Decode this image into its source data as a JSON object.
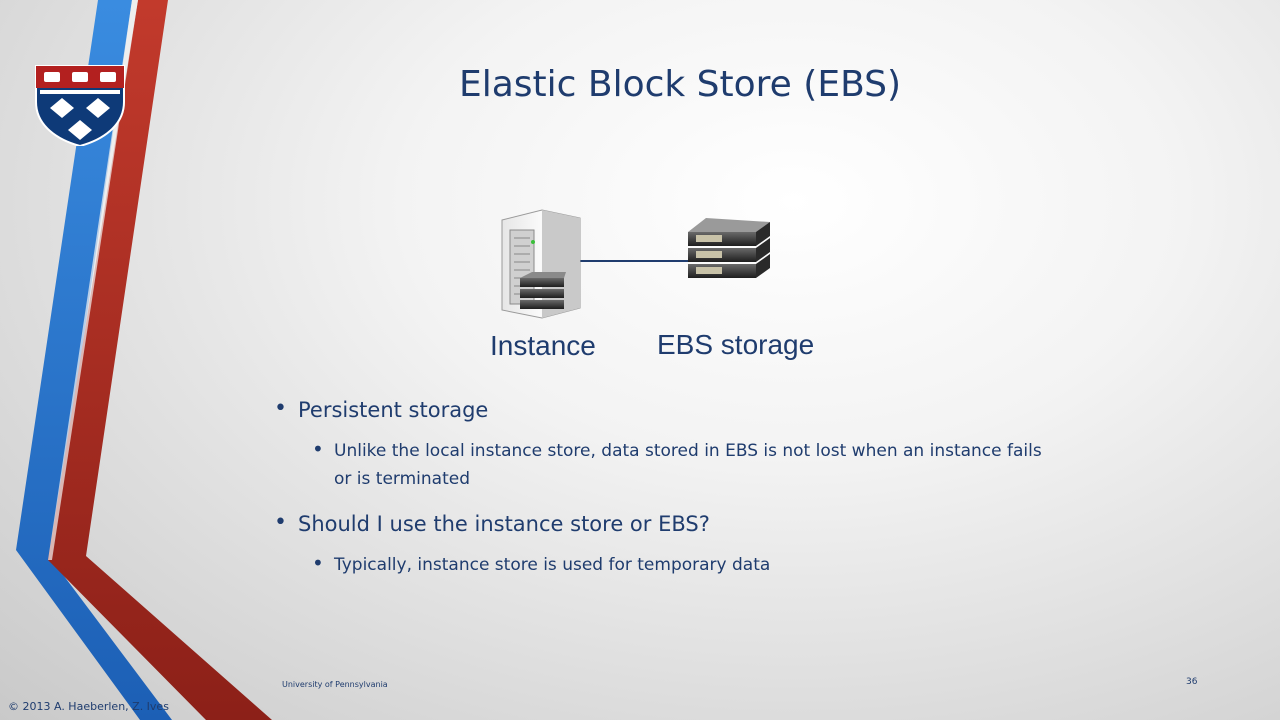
{
  "slide": {
    "title": "Elastic Block Store (EBS)",
    "diagram": {
      "instance_label": "Instance",
      "storage_label": "EBS storage"
    },
    "bullets": [
      {
        "text": "Persistent storage",
        "sub": [
          "Unlike the local instance store, data stored in EBS is not lost when an instance fails or is terminated"
        ]
      },
      {
        "text": "Should I use the instance store or EBS?",
        "sub": [
          "Typically, instance store is used for temporary data"
        ]
      }
    ],
    "footer": {
      "center": "University of Pennsylvania",
      "page": "36",
      "copyright": "© 2013 A. Haeberlen, Z. Ives"
    }
  },
  "colors": {
    "title": "#1f3c6e",
    "stripe_blue": "#2f7fd6",
    "stripe_red": "#b83227"
  }
}
